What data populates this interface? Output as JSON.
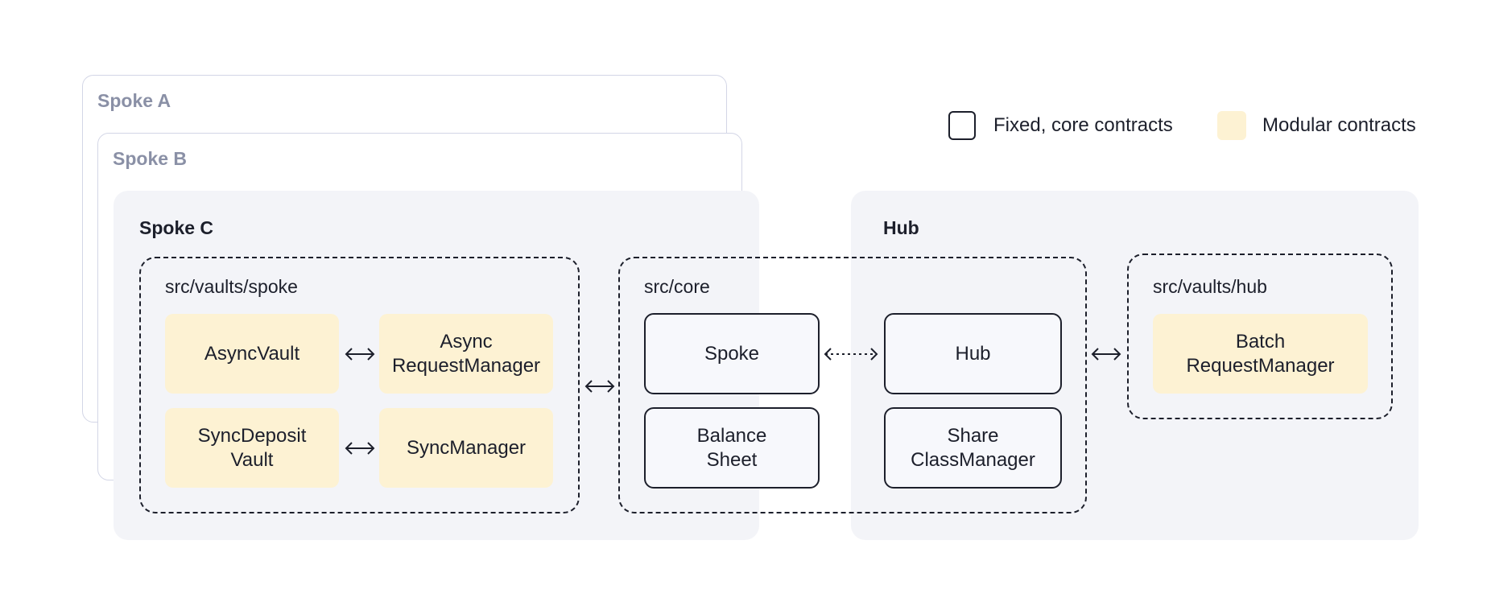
{
  "legend": {
    "fixed_label": "Fixed, core contracts",
    "modular_label": "Modular contracts"
  },
  "spokes": {
    "a_label": "Spoke A",
    "b_label": "Spoke B",
    "c_label": "Spoke C"
  },
  "hub_panel": {
    "label": "Hub"
  },
  "groups": {
    "spoke_vaults": "src/vaults/spoke",
    "core": "src/core",
    "hub_vaults": "src/vaults/hub"
  },
  "contracts": {
    "async_vault": "AsyncVault",
    "async_request_manager": "Async\nRequestManager",
    "sync_deposit_vault": "SyncDeposit\nVault",
    "sync_manager": "SyncManager",
    "spoke": "Spoke",
    "balance_sheet": "Balance\nSheet",
    "hub": "Hub",
    "share_class_manager": "Share\nClassManager",
    "batch_request_manager": "Batch\nRequestManager"
  },
  "colors": {
    "modular_fill": "#fdf2d3",
    "fixed_fill": "#f7f8fc",
    "panel_fill": "#f3f4f8",
    "ink": "#1c1f2b",
    "muted_label": "#8a90a6",
    "spoke_card_border": "#d3d6e6"
  }
}
